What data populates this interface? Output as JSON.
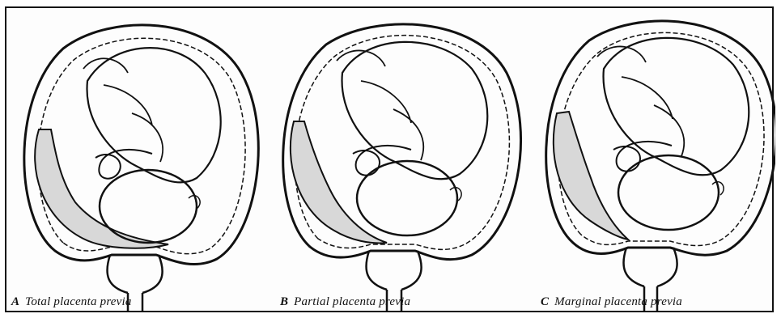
{
  "panels": [
    {
      "letter": "A",
      "caption": "Total placenta previa"
    },
    {
      "letter": "B",
      "caption": "Partial placenta previa"
    },
    {
      "letter": "C",
      "caption": "Marginal placenta previa"
    }
  ],
  "colors": {
    "ink": "#111111",
    "paper": "#fdfdfd"
  }
}
